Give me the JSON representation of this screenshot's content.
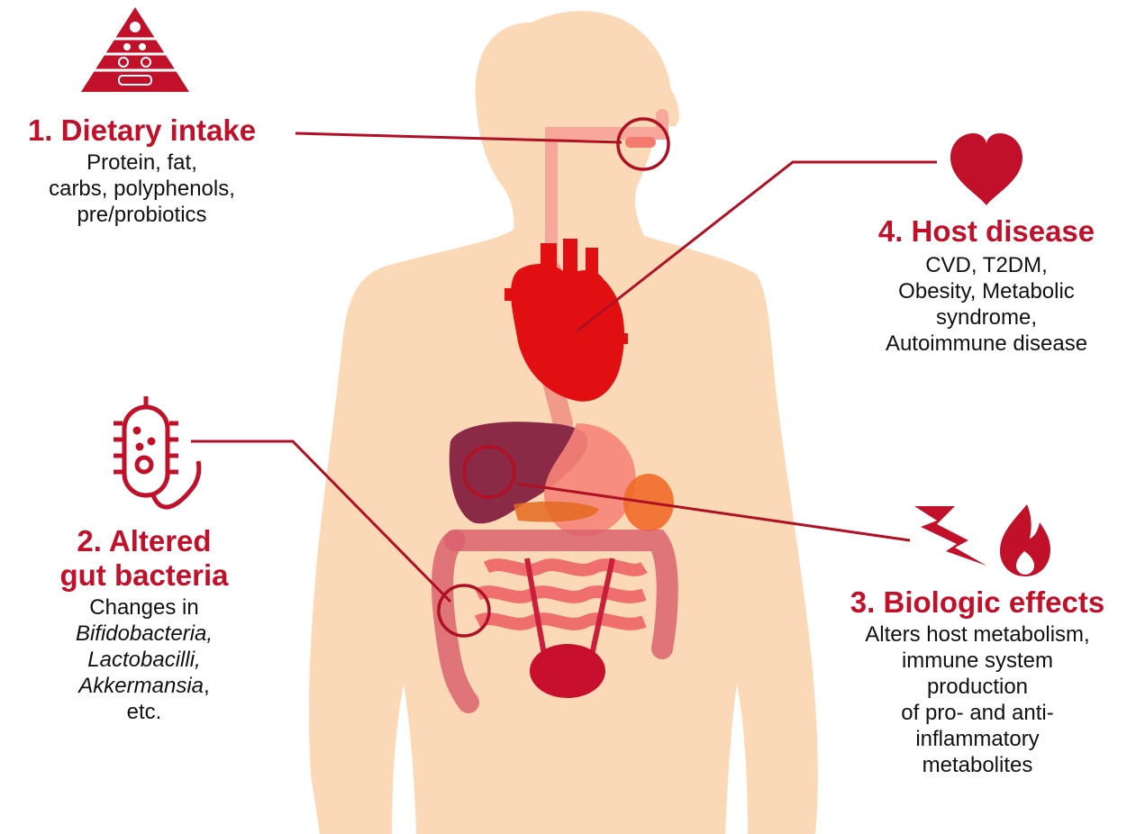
{
  "colors": {
    "accent": "#c0102a",
    "body_silhouette": "#fbd9b7",
    "text": "#111111"
  },
  "icons": {
    "food_pyramid": "food-pyramid-icon",
    "heart": "heart-icon",
    "bacterium": "bacterium-icon",
    "lightning": "lightning-icon",
    "fire": "fire-icon"
  },
  "sections": {
    "dietary_intake": {
      "title": "1. Dietary intake",
      "lines": [
        "Protein, fat,",
        "carbs, polyphenols,",
        "pre/probiotics"
      ]
    },
    "host_disease": {
      "title": "4. Host disease",
      "lines": [
        "CVD, T2DM,",
        "Obesity, Metabolic",
        "syndrome,",
        "Autoimmune disease"
      ]
    },
    "gut_bacteria": {
      "title_line1": "2. Altered",
      "title_line2": "gut bacteria",
      "line1": "Changes in",
      "line2": "Bifidobacteria,",
      "line3": "Lactobacilli,",
      "line4_italic": "Akkermansia",
      "line4_rest": ",",
      "line5": "etc."
    },
    "biologic_effects": {
      "title": "3. Biologic effects",
      "lines": [
        "Alters host metabolism,",
        "immune system",
        "production",
        "of pro- and anti-",
        "inflammatory",
        "metabolites"
      ]
    }
  }
}
